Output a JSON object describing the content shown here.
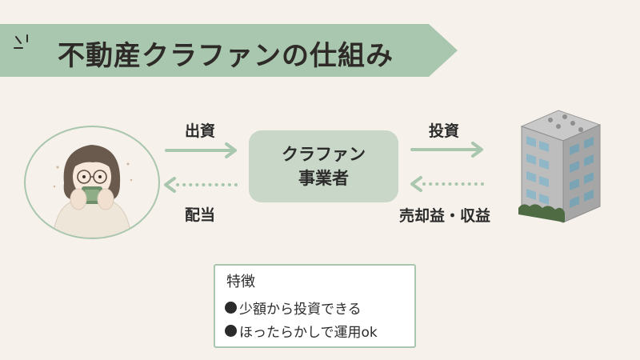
{
  "title": "不動産クラファンの仕組み",
  "center": {
    "line1": "クラファン",
    "line2": "事業者"
  },
  "flows": {
    "top_left": "出資",
    "top_right": "投資",
    "bottom_left": "配当",
    "bottom_right": "売却益・収益"
  },
  "features": {
    "title": "特徴",
    "items": [
      "少額から投資できる",
      "ほったらかしで運用ok"
    ]
  },
  "colors": {
    "accent": "#a9c6ae",
    "box": "#c8d7c8",
    "background": "#f6f1ea",
    "text": "#2b2b2b"
  }
}
